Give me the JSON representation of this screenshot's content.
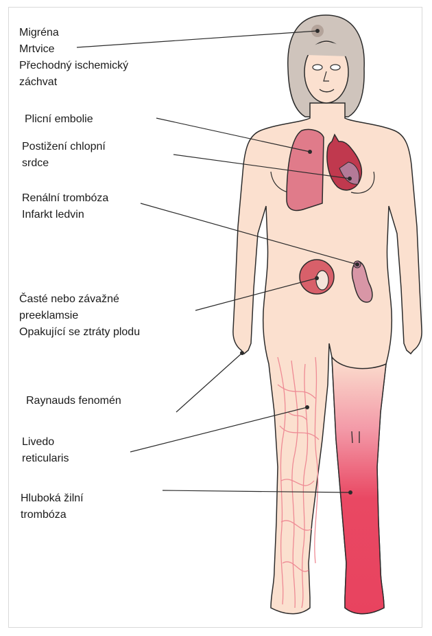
{
  "labels": {
    "brain": [
      "Migréna",
      "Mrtvice",
      "Přechodný ischemický",
      "záchvat"
    ],
    "pulmonary": [
      "Plicní embolie"
    ],
    "valve": [
      "Postižení chlopní",
      "srdce"
    ],
    "renal": [
      "Renální trombóza",
      "Infarkt ledvin"
    ],
    "pregnancy": [
      "Časté nebo závažné",
      "preeklamsie",
      "Opakující se ztráty plodu"
    ],
    "raynaud": [
      "Raynauds fenomén"
    ],
    "livedo": [
      "Livedo",
      "reticularis"
    ],
    "dvt": [
      "Hluboká žilní",
      "trombóza"
    ]
  },
  "colors": {
    "skin": "#fbe0cf",
    "outline": "#2b2b2b",
    "hair": "#cfc4bc",
    "organ": "#e07b8a",
    "organ_dark": "#c8576a",
    "heart": "#c0394e",
    "kidney": "#d896a6",
    "uterus": "#d8606a",
    "livedo_line": "#ee8a94",
    "dvt_leg": "#e94863"
  }
}
